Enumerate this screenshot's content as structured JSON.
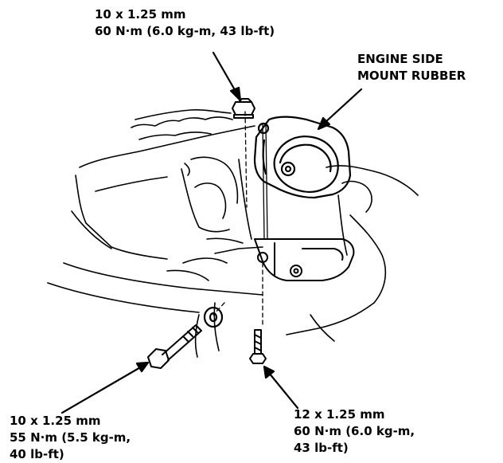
{
  "labels": {
    "top_nut": {
      "size": "10 x 1.25 mm",
      "torque": "60 N·m (6.0 kg-m, 43 lb-ft)"
    },
    "mount": {
      "line1": "ENGINE SIDE",
      "line2": "MOUNT RUBBER"
    },
    "left_bolt": {
      "size": "10 x 1.25 mm",
      "torque1": "55 N·m (5.5 kg-m,",
      "torque2": "40 lb-ft)"
    },
    "right_bolt": {
      "size": "12 x 1.25 mm",
      "torque1": "60 N·m (6.0 kg-m,",
      "torque2": "43 lb-ft)"
    }
  },
  "colors": {
    "ink": "#000000",
    "paper": "#ffffff"
  }
}
